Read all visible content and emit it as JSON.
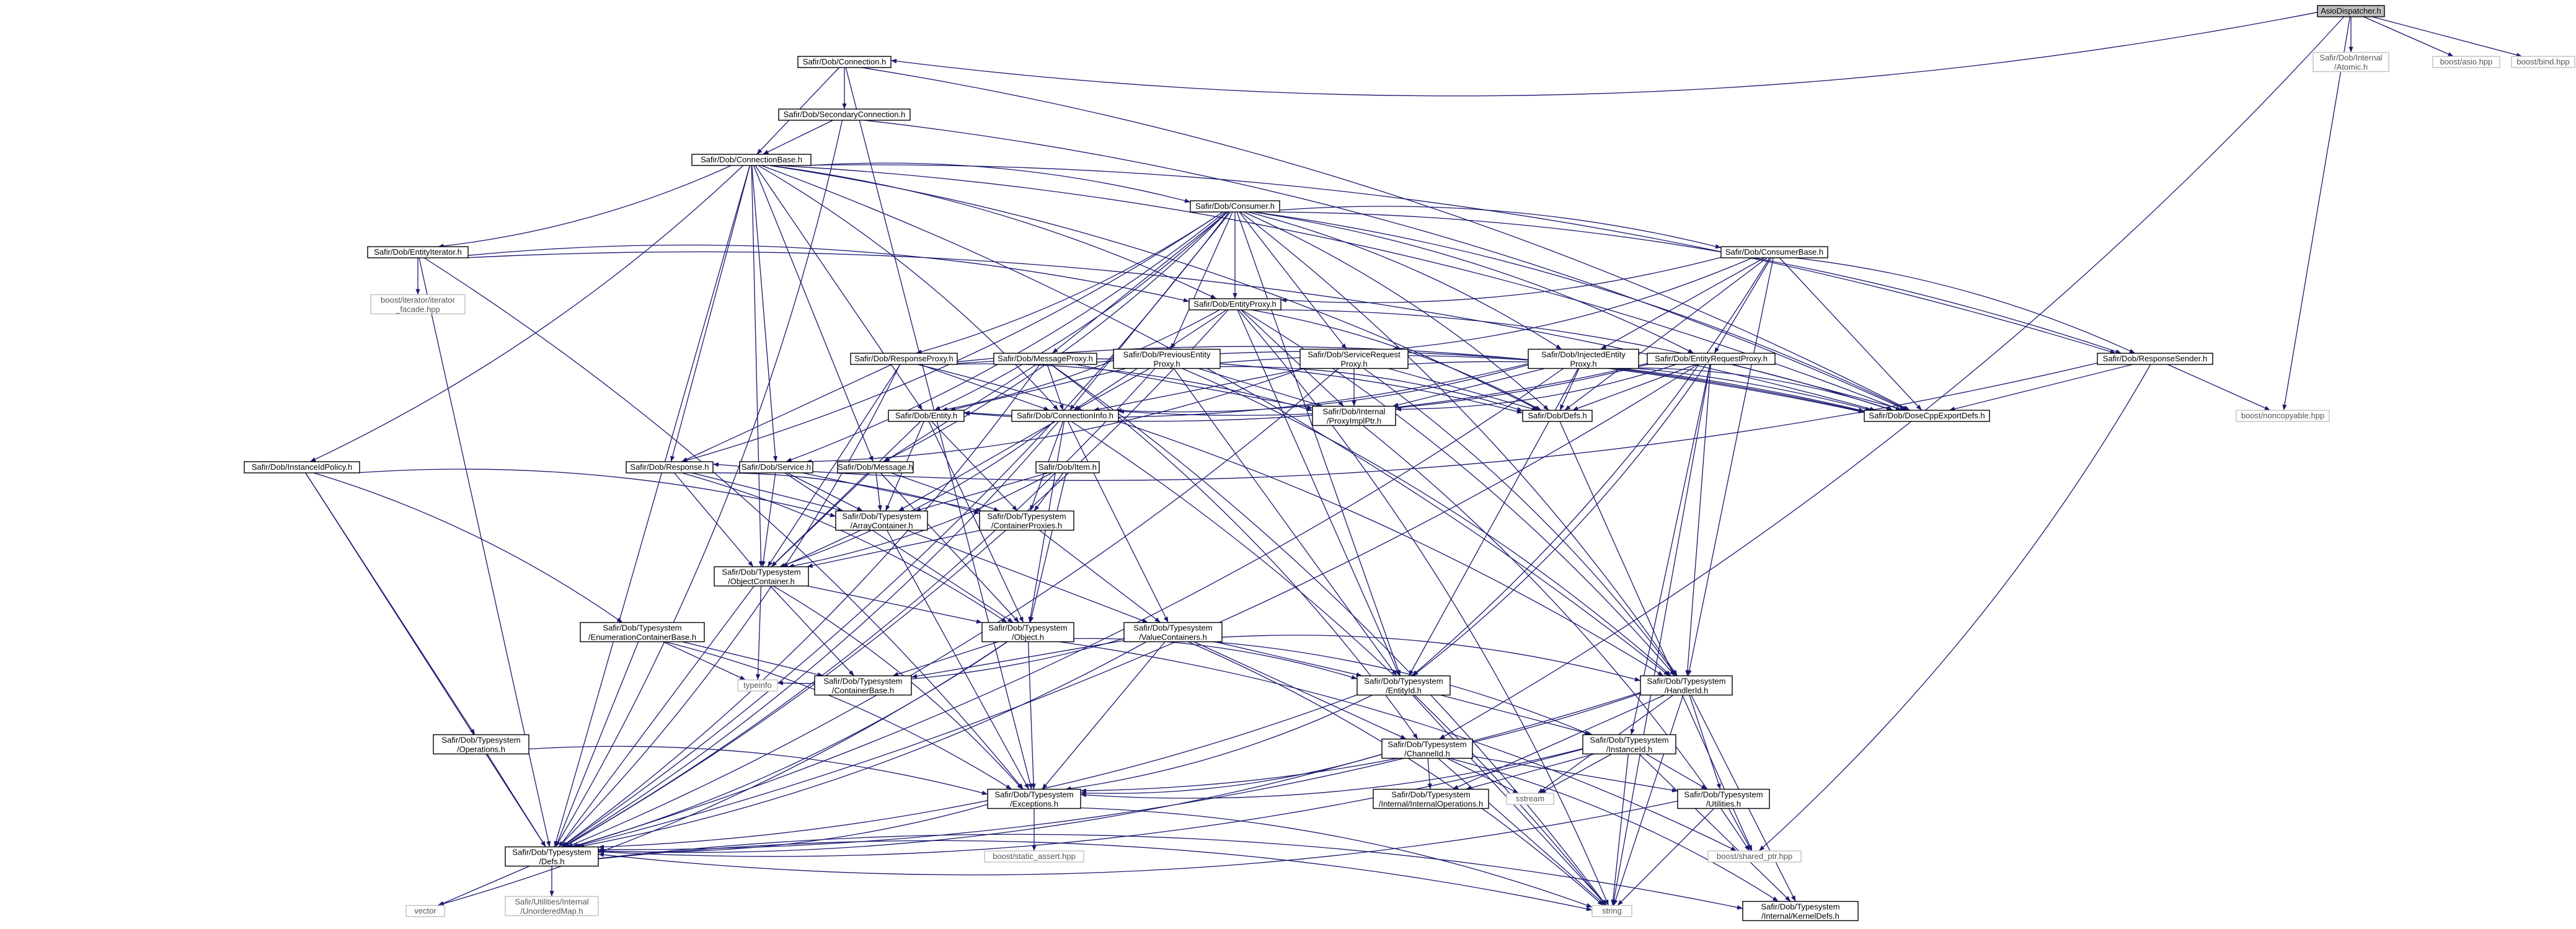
{
  "colors": {
    "edge": "#191970",
    "node_border": "#000000",
    "external_border": "#c0c0c0",
    "root_fill": "#bfbfbf"
  },
  "nodes": {
    "asiodispatcher": {
      "lines": [
        "AsioDispatcher.h"
      ],
      "kind": "root"
    },
    "connection": {
      "lines": [
        "Safir/Dob/Connection.h"
      ]
    },
    "secondaryconnection": {
      "lines": [
        "Safir/Dob/SecondaryConnection.h"
      ]
    },
    "connectionbase": {
      "lines": [
        "Safir/Dob/ConnectionBase.h"
      ]
    },
    "consumer": {
      "lines": [
        "Safir/Dob/Consumer.h"
      ]
    },
    "entityiterator": {
      "lines": [
        "Safir/Dob/EntityIterator.h"
      ]
    },
    "iteratorfacade": {
      "lines": [
        "boost/iterator/iterator",
        "_facade.hpp"
      ],
      "kind": "ext"
    },
    "consumerbase": {
      "lines": [
        "Safir/Dob/ConsumerBase.h"
      ]
    },
    "entityproxy": {
      "lines": [
        "Safir/Dob/EntityProxy.h"
      ]
    },
    "responseproxy": {
      "lines": [
        "Safir/Dob/ResponseProxy.h"
      ]
    },
    "messageproxy": {
      "lines": [
        "Safir/Dob/MessageProxy.h"
      ]
    },
    "previousentityproxy": {
      "lines": [
        "Safir/Dob/PreviousEntity",
        "Proxy.h"
      ]
    },
    "servicerequestproxy": {
      "lines": [
        "Safir/Dob/ServiceRequest",
        "Proxy.h"
      ]
    },
    "injectedentityproxy": {
      "lines": [
        "Safir/Dob/InjectedEntity",
        "Proxy.h"
      ]
    },
    "entityrequestproxy": {
      "lines": [
        "Safir/Dob/EntityRequestProxy.h"
      ]
    },
    "responsesender": {
      "lines": [
        "Safir/Dob/ResponseSender.h"
      ]
    },
    "entity": {
      "lines": [
        "Safir/Dob/Entity.h"
      ]
    },
    "connectioninfo": {
      "lines": [
        "Safir/Dob/ConnectionInfo.h"
      ]
    },
    "proxyimplptr": {
      "lines": [
        "Safir/Dob/Internal",
        "/ProxyImplPtr.h"
      ]
    },
    "dobdefs": {
      "lines": [
        "Safir/Dob/Defs.h"
      ]
    },
    "dosecppexportdefs": {
      "lines": [
        "Safir/Dob/DoseCppExportDefs.h"
      ]
    },
    "noncopyable": {
      "lines": [
        "boost/noncopyable.hpp"
      ],
      "kind": "ext"
    },
    "instanceidpolicy": {
      "lines": [
        "Safir/Dob/InstanceIdPolicy.h"
      ]
    },
    "response": {
      "lines": [
        "Safir/Dob/Response.h"
      ]
    },
    "service": {
      "lines": [
        "Safir/Dob/Service.h"
      ]
    },
    "message": {
      "lines": [
        "Safir/Dob/Message.h"
      ]
    },
    "item": {
      "lines": [
        "Safir/Dob/Item.h"
      ]
    },
    "arraycontainer": {
      "lines": [
        "Safir/Dob/Typesystem",
        "/ArrayContainer.h"
      ]
    },
    "containerproxies": {
      "lines": [
        "Safir/Dob/Typesystem",
        "/ContainerProxies.h"
      ]
    },
    "objectcontainer": {
      "lines": [
        "Safir/Dob/Typesystem",
        "/ObjectContainer.h"
      ]
    },
    "enumerationcontainerbase": {
      "lines": [
        "Safir/Dob/Typesystem",
        "/EnumerationContainerBase.h"
      ]
    },
    "object": {
      "lines": [
        "Safir/Dob/Typesystem",
        "/Object.h"
      ]
    },
    "valuecontainers": {
      "lines": [
        "Safir/Dob/Typesystem",
        "/ValueContainers.h"
      ]
    },
    "typeinfo": {
      "lines": [
        "typeinfo"
      ],
      "kind": "ext"
    },
    "containerbase": {
      "lines": [
        "Safir/Dob/Typesystem",
        "/ContainerBase.h"
      ]
    },
    "entityid": {
      "lines": [
        "Safir/Dob/Typesystem",
        "/EntityId.h"
      ]
    },
    "handlerid": {
      "lines": [
        "Safir/Dob/Typesystem",
        "/HandlerId.h"
      ]
    },
    "operations": {
      "lines": [
        "Safir/Dob/Typesystem",
        "/Operations.h"
      ]
    },
    "channelid": {
      "lines": [
        "Safir/Dob/Typesystem",
        "/ChannelId.h"
      ]
    },
    "instanceid": {
      "lines": [
        "Safir/Dob/Typesystem",
        "/InstanceId.h"
      ]
    },
    "exceptions": {
      "lines": [
        "Safir/Dob/Typesystem",
        "/Exceptions.h"
      ]
    },
    "internaloperations": {
      "lines": [
        "Safir/Dob/Typesystem",
        "/Internal/InternalOperations.h"
      ]
    },
    "sstream": {
      "lines": [
        "sstream"
      ],
      "kind": "ext"
    },
    "utilities": {
      "lines": [
        "Safir/Dob/Typesystem",
        "/Utilities.h"
      ]
    },
    "staticassert": {
      "lines": [
        "boost/static_assert.hpp"
      ],
      "kind": "ext"
    },
    "sharedptr": {
      "lines": [
        "boost/shared_ptr.hpp"
      ],
      "kind": "ext"
    },
    "tsdefs": {
      "lines": [
        "Safir/Dob/Typesystem",
        "/Defs.h"
      ]
    },
    "vector": {
      "lines": [
        "vector"
      ],
      "kind": "ext"
    },
    "unorderedmap": {
      "lines": [
        "Safir/Utilities/Internal",
        "/UnorderedMap.h"
      ],
      "kind": "ext"
    },
    "string": {
      "lines": [
        "string"
      ],
      "kind": "ext"
    },
    "kerneldefs": {
      "lines": [
        "Safir/Dob/Typesystem",
        "/Internal/KernelDefs.h"
      ]
    },
    "atomic": {
      "lines": [
        "Safir/Dob/Internal",
        "/Atomic.h"
      ],
      "kind": "ext"
    },
    "asio": {
      "lines": [
        "boost/asio.hpp"
      ],
      "kind": "ext"
    },
    "bind": {
      "lines": [
        "boost/bind.hpp"
      ],
      "kind": "ext"
    }
  }
}
